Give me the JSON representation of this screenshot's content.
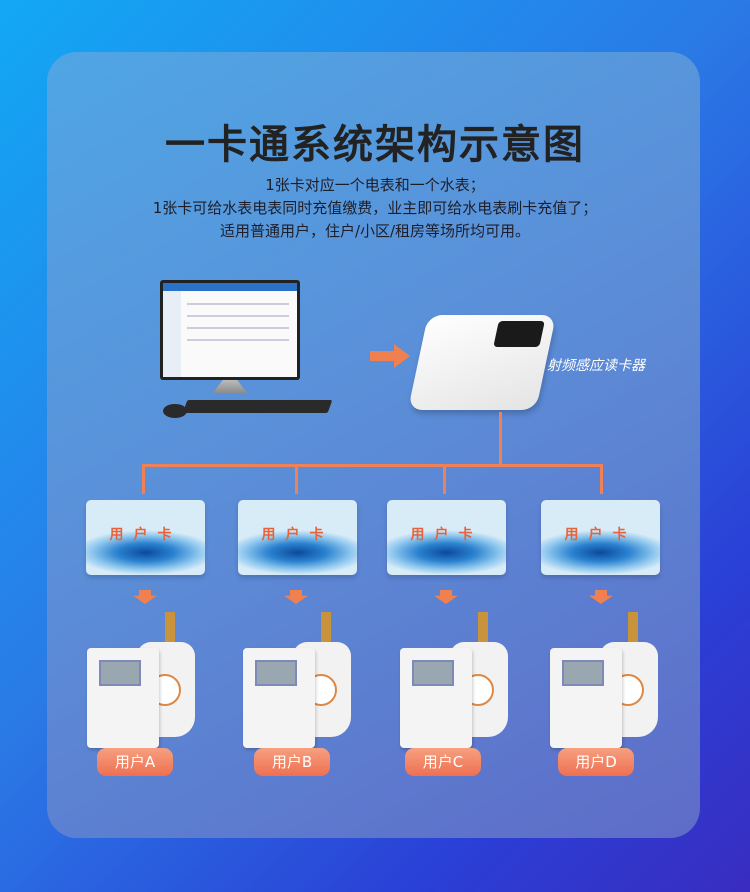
{
  "title": "一卡通系统架构示意图",
  "description": [
    "1张卡对应一个电表和一个水表；",
    "1张卡可给水表电表同时充值缴费，业主即可给水电表刷卡充值了；",
    "适用普通用户，住户/小区/租房等场所均可用。"
  ],
  "reader_label": "射频感应读卡器",
  "card_label": "用户卡",
  "users": [
    "用户A",
    "用户B",
    "用户C",
    "用户D"
  ],
  "colors": {
    "accent": "#f08055",
    "title": "#222222"
  }
}
